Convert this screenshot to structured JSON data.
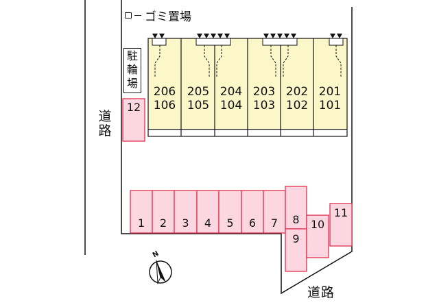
{
  "labels": {
    "trash": "ゴミ置場",
    "bicycle": [
      "駐",
      "輪",
      "場"
    ],
    "road_left": [
      "道",
      "路"
    ],
    "road_bottom": "道路",
    "north": "N"
  },
  "building_units": [
    {
      "upper": "206",
      "lower": "106"
    },
    {
      "upper": "205",
      "lower": "105"
    },
    {
      "upper": "204",
      "lower": "104"
    },
    {
      "upper": "203",
      "lower": "103"
    },
    {
      "upper": "202",
      "lower": "102"
    },
    {
      "upper": "201",
      "lower": "101"
    }
  ],
  "parking_lots": [
    "1",
    "2",
    "3",
    "4",
    "5",
    "6",
    "7",
    "8",
    "9",
    "10",
    "11",
    "12"
  ],
  "colors": {
    "building_fill": "#fbf7c8",
    "parking_fill": "#fcd7e1",
    "parking_stroke": "#e0304f",
    "line": "#111111"
  },
  "icons": {
    "entrance_marker": "down-triangle",
    "compass": "north-arrow-icon"
  }
}
